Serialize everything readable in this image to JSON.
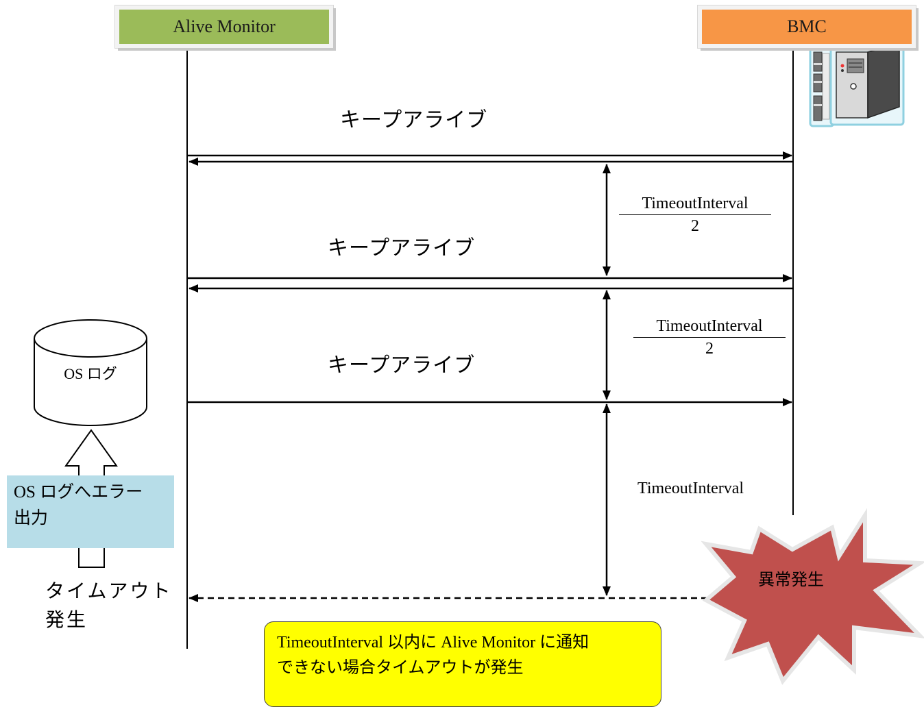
{
  "lifelines": {
    "alive_monitor": "Alive Monitor",
    "bmc": "BMC"
  },
  "messages": [
    {
      "label": "キープアライブ"
    },
    {
      "label": "キープアライブ"
    },
    {
      "label": "キープアライブ"
    }
  ],
  "intervals": [
    {
      "numerator": "TimeoutInterval",
      "denominator": "2"
    },
    {
      "numerator": "TimeoutInterval",
      "denominator": "2"
    },
    {
      "label": "TimeoutInterval"
    }
  ],
  "os_log": {
    "label": "OS ログ",
    "error_line1": "OS ログへエラー",
    "error_line2": "出力"
  },
  "timeout_event": {
    "line1": "タイムアウト",
    "line2": "発生"
  },
  "error_event": "異常発生",
  "note": {
    "line1": "TimeoutInterval 以内に Alive Monitor に通知",
    "line2": "できない場合タイムアウトが発生"
  },
  "icons": [
    "server-icon",
    "database-cylinder-icon",
    "explosion-burst-icon",
    "up-arrow-icon"
  ],
  "colors": {
    "alive_monitor_header": "#9bbb59",
    "bmc_header": "#f79646",
    "os_error_box": "#b7dde8",
    "note_box": "#ffff00",
    "error_burst": "#c0504d"
  }
}
